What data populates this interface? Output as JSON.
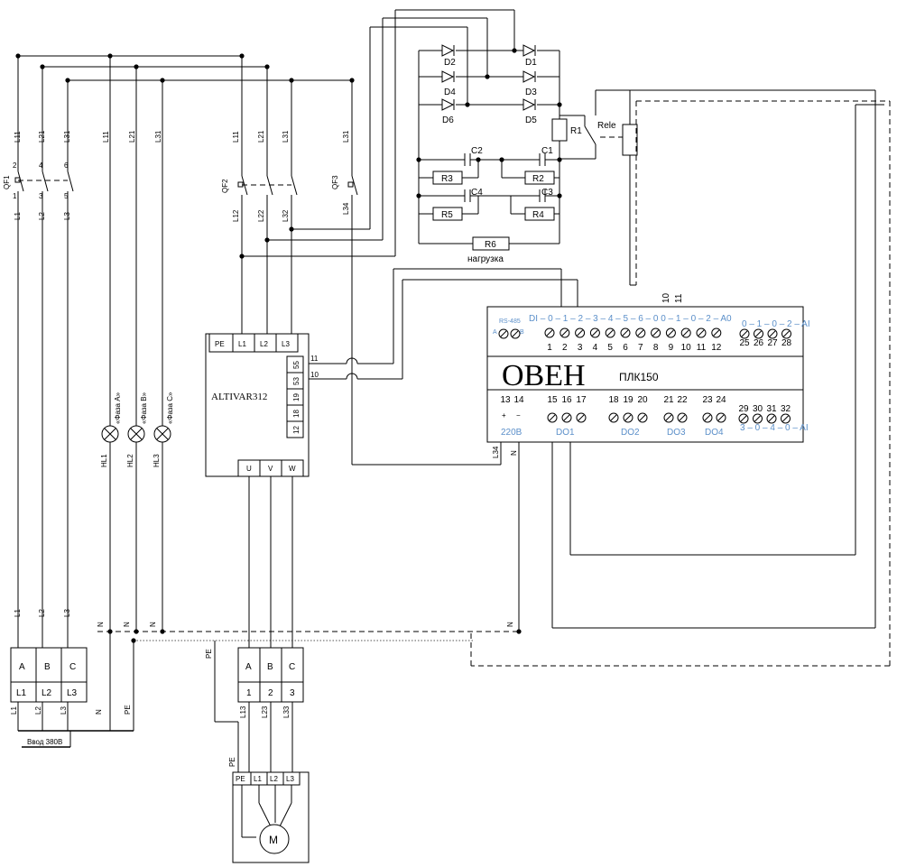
{
  "qf1": {
    "name": "QF1",
    "top": [
      "2",
      "4",
      "6"
    ],
    "bottom": [
      "1",
      "3",
      "5"
    ],
    "lines_top": [
      "L11",
      "L21",
      "L31"
    ],
    "lines_bottom": [
      "L1",
      "L2",
      "L3"
    ]
  },
  "qf2": {
    "name": "QF2",
    "lines_top": [
      "L11",
      "L21",
      "L31"
    ],
    "lines_bottom": [
      "L12",
      "L22",
      "L32"
    ]
  },
  "qf3": {
    "name": "QF3",
    "line_top": "L31",
    "line_bottom": "L34"
  },
  "lamps": [
    {
      "name": "HL1",
      "caption": "«Фаза А»",
      "line": "L11"
    },
    {
      "name": "HL2",
      "caption": "«Фаза В»",
      "line": "L21"
    },
    {
      "name": "HL3",
      "caption": "«Фаза С»",
      "line": "L31"
    }
  ],
  "diodes": [
    "D2",
    "D1",
    "D4",
    "D3",
    "D6",
    "D5"
  ],
  "caps": [
    "C2",
    "C1",
    "C4",
    "C3"
  ],
  "resistors": [
    "R3",
    "R2",
    "R5",
    "R4"
  ],
  "r1": "R1",
  "rele": "Rele",
  "load": {
    "name": "R6",
    "caption": "нагрузка"
  },
  "altivar": {
    "title": "ALTIVAR312",
    "inputs": [
      "PE",
      "L1",
      "L2",
      "L3"
    ],
    "terms": [
      "55",
      "53",
      "19",
      "18",
      "12"
    ],
    "wire_labels": [
      "11",
      "10"
    ],
    "outputs": [
      "U",
      "V",
      "W"
    ]
  },
  "plc": {
    "brand": "ОВЕН",
    "model": "ПЛК150",
    "rs485": "RS-485",
    "rs_ab": [
      "A",
      "B"
    ],
    "di_label": "DI – 0 – 1 – 2 – 3 – 4 – 5 – 6 – 0   0 – 1 – 0 – 2 – A0",
    "ai_top": "0 – 1 – 0 – 2 – AI",
    "top_nums": [
      "1",
      "2",
      "3",
      "4",
      "5",
      "6",
      "7",
      "8",
      "9",
      "10",
      "11",
      "12"
    ],
    "ai_nums": [
      "25",
      "26",
      "27",
      "28"
    ],
    "bottom_nums_a": [
      "13",
      "14"
    ],
    "pm": [
      "+",
      "−"
    ],
    "bottom_groups": [
      {
        "nums": [
          "15",
          "16",
          "17"
        ],
        "label": "DO1"
      },
      {
        "nums": [
          "18",
          "19",
          "20"
        ],
        "label": "DO2"
      },
      {
        "nums": [
          "21",
          "22"
        ],
        "label": "DO3"
      },
      {
        "nums": [
          "23",
          "24"
        ],
        "label": "DO4"
      }
    ],
    "supply": "220В",
    "ai_bottom_nums": [
      "29",
      "30",
      "31",
      "32"
    ],
    "ai_bottom": "3 – 0 – 4 – 0 – AI",
    "wire_top": [
      "10",
      "11"
    ],
    "wire_left": [
      "L34",
      "N"
    ]
  },
  "n_labels": [
    "N",
    "N",
    "N",
    "N",
    "N"
  ],
  "supply_block": {
    "phases": [
      "A",
      "B",
      "C"
    ],
    "lines": [
      "L1",
      "L2",
      "L3"
    ],
    "wires": [
      "L1",
      "L2",
      "L3",
      "N",
      "PE"
    ],
    "caption": "Ввод 380В"
  },
  "motor_block": {
    "phases": [
      "A",
      "B",
      "C"
    ],
    "nums": [
      "1",
      "2",
      "3"
    ],
    "wires": [
      "L13",
      "L23",
      "L33"
    ],
    "pe": "PE"
  },
  "motor": {
    "terms": [
      "PE",
      "L1",
      "L2",
      "L3"
    ],
    "symbol": "M",
    "pe": "PE"
  }
}
